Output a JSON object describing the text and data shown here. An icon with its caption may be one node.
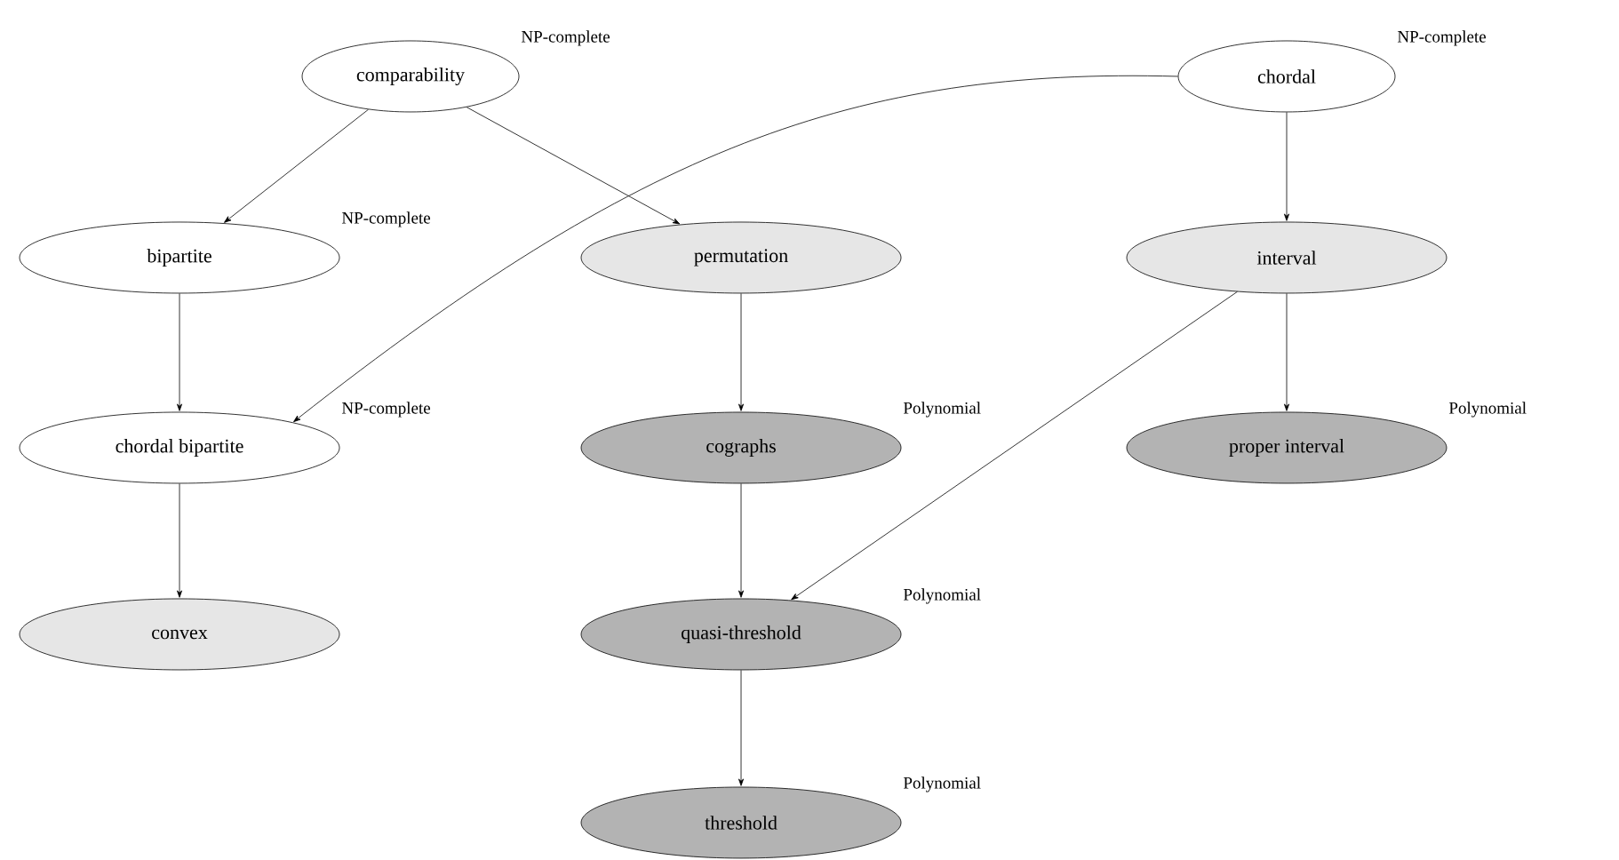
{
  "diagram": {
    "nodes": [
      {
        "text": [
          "comparability"
        ],
        "beside": [
          "NP-complete"
        ]
      },
      {
        "text": [
          "chordal"
        ],
        "beside": [
          "NP-complete"
        ]
      },
      {
        "text": [
          "bipartite"
        ],
        "beside": [
          "NP-complete"
        ]
      },
      {
        "text": [
          "permutation"
        ]
      },
      {
        "text": [
          "interval"
        ]
      },
      {
        "text": [
          "chordal bipartite"
        ],
        "beside": [
          "NP-complete"
        ]
      },
      {
        "text": [
          "cographs"
        ],
        "beside": [
          "Polynomial"
        ]
      },
      {
        "text": [
          "proper interval"
        ],
        "beside": [
          "Polynomial"
        ]
      },
      {
        "text": [
          "convex"
        ]
      },
      {
        "text": [
          "quasi-threshold"
        ],
        "beside": [
          "Polynomial"
        ]
      },
      {
        "text": [
          "threshold"
        ],
        "beside": [
          "Polynomial"
        ]
      }
    ],
    "edges": [
      {
        "from": 0,
        "to": 2,
        "arrow": "to"
      },
      {
        "from": 0,
        "to": 3,
        "arrow": "to"
      },
      {
        "from": 1,
        "to": 4,
        "arrow": "to"
      },
      {
        "from": 1,
        "to": 5,
        "arrow": "to"
      },
      {
        "from": 2,
        "to": 5,
        "arrow": "to"
      },
      {
        "from": 3,
        "to": 6,
        "arrow": "to"
      },
      {
        "from": 4,
        "to": 7,
        "arrow": "to"
      },
      {
        "from": 4,
        "to": 9,
        "arrow": "to"
      },
      {
        "from": 5,
        "to": 8,
        "arrow": "to"
      },
      {
        "from": 6,
        "to": 9,
        "arrow": "to"
      },
      {
        "from": 9,
        "to": 10,
        "arrow": "to"
      }
    ]
  }
}
